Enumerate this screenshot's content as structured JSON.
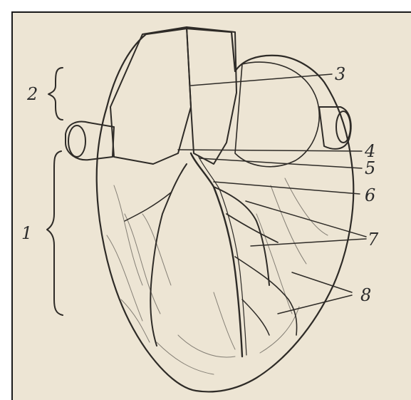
{
  "figure": {
    "background_color": "#ede5d4",
    "ink_color": "#2e2b27",
    "labels": {
      "l1": "1",
      "l2": "2",
      "l3": "3",
      "l4": "4",
      "l5": "5",
      "l6": "6",
      "l7": "7",
      "l8": "8"
    }
  }
}
